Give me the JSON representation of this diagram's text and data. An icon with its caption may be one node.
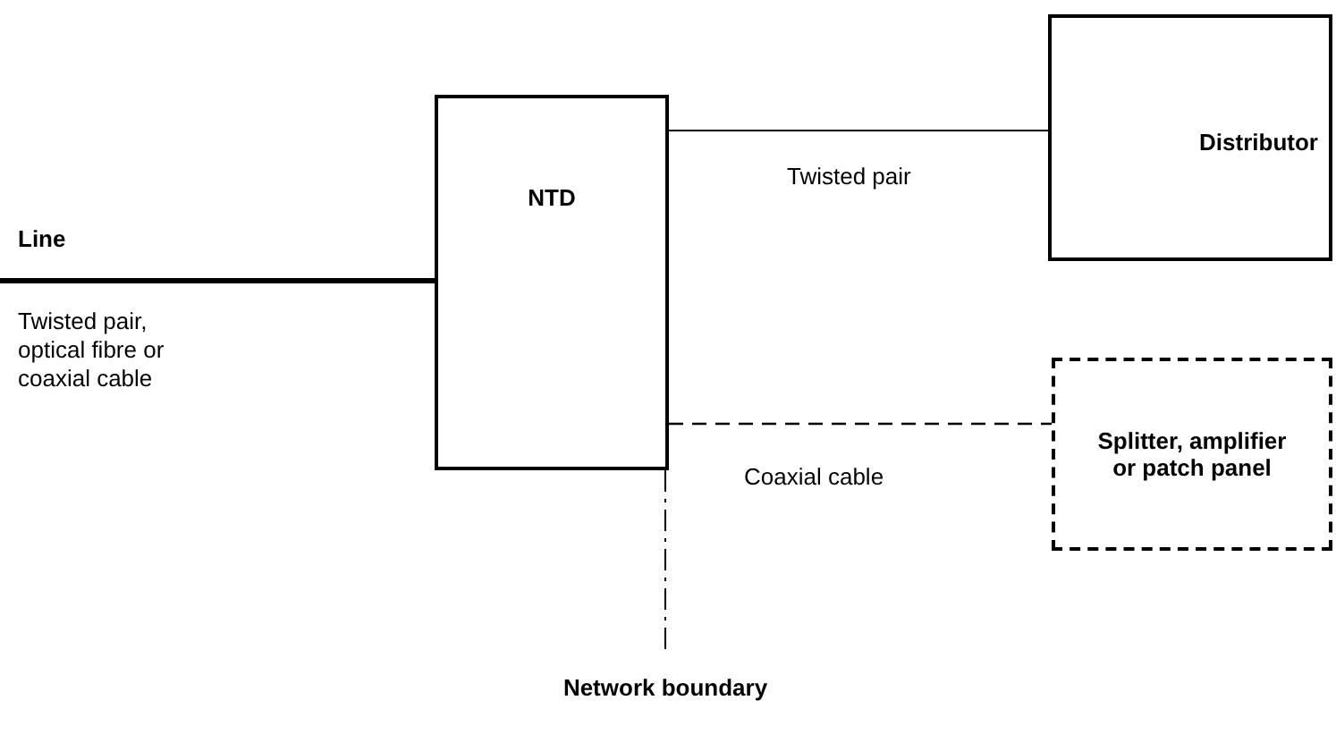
{
  "diagram": {
    "nodes": [
      {
        "text": [
          "NTD"
        ]
      },
      {
        "text": [
          "Distributor"
        ]
      },
      {
        "text": [
          "Splitter, amplifier or patch panel"
        ]
      }
    ],
    "edges": [
      {
        "from": null,
        "to": 0,
        "arrow": "none",
        "style": "thick"
      },
      {
        "from": 0,
        "to": 1,
        "arrow": "none",
        "label": "Twisted pair"
      },
      {
        "from": 0,
        "to": 2,
        "arrow": "none",
        "label": "Coaxial cable",
        "style": "dashed"
      }
    ],
    "labels": [
      "Line",
      "Twisted pair, optical fibre or coaxial cable",
      "Network boundary"
    ]
  }
}
